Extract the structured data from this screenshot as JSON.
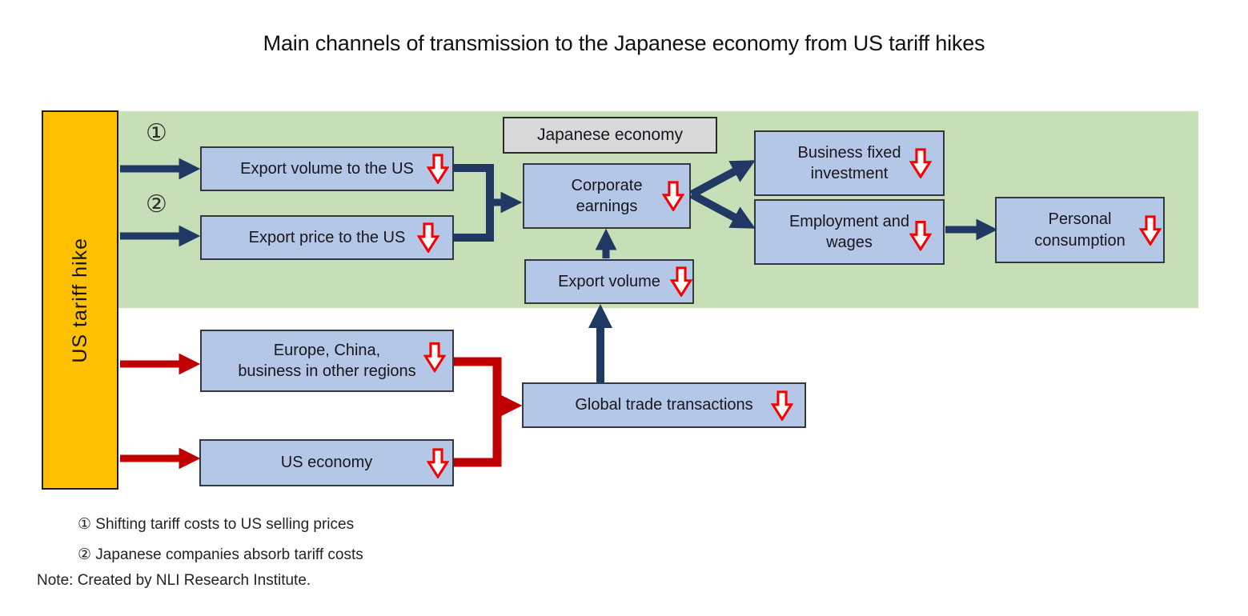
{
  "title": "Main channels of transmission to the Japanese economy from US tariff hikes",
  "source_box": {
    "label": "US tariff hike"
  },
  "region": {
    "label": "Japanese economy"
  },
  "channel_markers": {
    "one": "①",
    "two": "②"
  },
  "boxes": {
    "export_volume_us": {
      "lines": [
        "Export volume to the US"
      ],
      "trend": "down"
    },
    "export_price_us": {
      "lines": [
        "Export price to the US"
      ],
      "trend": "down"
    },
    "corporate_earnings": {
      "lines": [
        "Corporate",
        "earnings"
      ],
      "trend": "down"
    },
    "export_volume": {
      "lines": [
        "Export volume"
      ],
      "trend": "down"
    },
    "business_fixed_investment": {
      "lines": [
        "Business fixed",
        "investment"
      ],
      "trend": "down"
    },
    "employment_wages": {
      "lines": [
        "Employment and",
        "wages"
      ],
      "trend": "down"
    },
    "personal_consumption": {
      "lines": [
        "Personal",
        "consumption"
      ],
      "trend": "down"
    },
    "europe_china": {
      "lines": [
        "Europe, China,",
        "business in other regions"
      ],
      "trend": "down"
    },
    "us_economy": {
      "lines": [
        "US economy"
      ],
      "trend": "down"
    },
    "global_trade": {
      "lines": [
        "Global trade transactions"
      ],
      "trend": "down"
    }
  },
  "flows": [
    {
      "from": "US tariff hike",
      "to": "Export volume to the US",
      "channel": "①",
      "color": "navy"
    },
    {
      "from": "US tariff hike",
      "to": "Export price to the US",
      "channel": "②",
      "color": "navy"
    },
    {
      "from": "Export volume to the US / Export price to the US",
      "to": "Corporate earnings",
      "color": "navy"
    },
    {
      "from": "Export volume",
      "to": "Corporate earnings",
      "color": "navy"
    },
    {
      "from": "Corporate earnings",
      "to": "Business fixed investment",
      "color": "navy"
    },
    {
      "from": "Corporate earnings",
      "to": "Employment and wages",
      "color": "navy"
    },
    {
      "from": "Employment and wages",
      "to": "Personal consumption",
      "color": "navy"
    },
    {
      "from": "US tariff hike",
      "to": "Europe, China, business in other regions",
      "color": "red"
    },
    {
      "from": "US tariff hike",
      "to": "US economy",
      "color": "red"
    },
    {
      "from": "Europe, China, business in other regions / US economy",
      "to": "Global trade transactions",
      "color": "red"
    },
    {
      "from": "Global trade transactions",
      "to": "Export volume",
      "color": "navy"
    }
  ],
  "notes": [
    "① Shifting tariff costs to US selling prices",
    "② Japanese companies absorb tariff costs",
    "Note: Created by NLI Research Institute."
  ],
  "colors": {
    "region_green": "#c7dfb6",
    "box_blue": "#b4c7e7",
    "label_gray": "#d9d9d9",
    "source_orange": "#ffc000",
    "arrow_navy": "#1f3864",
    "arrow_red": "#c00000",
    "decline_arrow_red": "#f40000"
  }
}
